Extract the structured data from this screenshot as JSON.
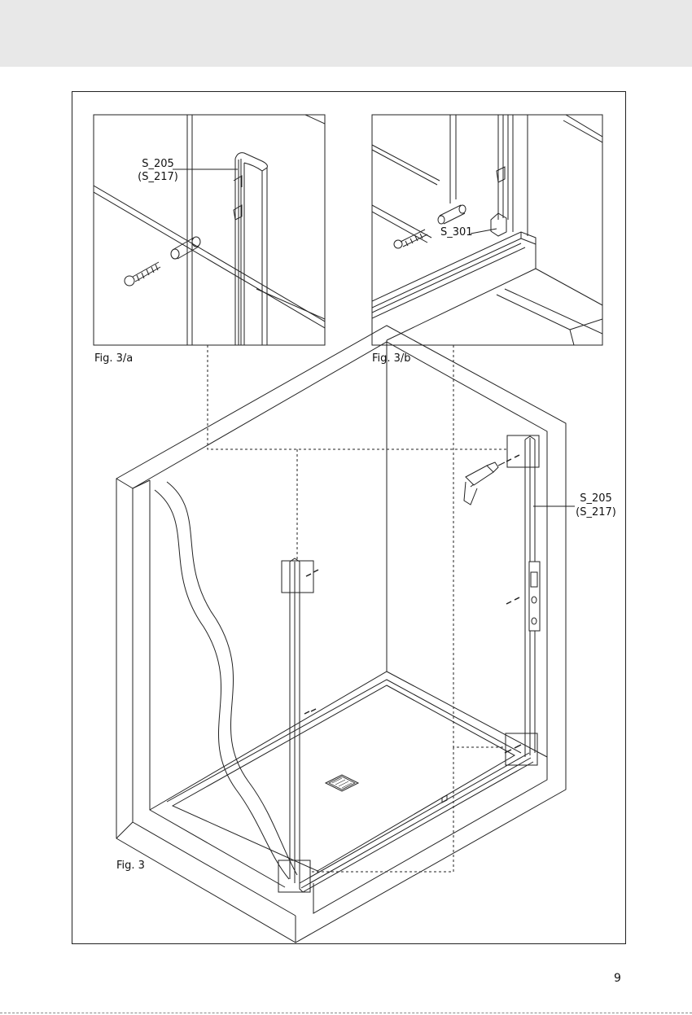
{
  "figures": {
    "fig3a": {
      "caption": "Fig. 3/a",
      "part_label": "S_205",
      "alt_part_label": "(S_217)"
    },
    "fig3b": {
      "caption": "Fig. 3/b",
      "part_label": "S_301"
    },
    "fig3": {
      "caption": "Fig. 3",
      "side_part_label": "S_205",
      "side_alt_part_label": "(S_217)"
    }
  },
  "page": {
    "number": "9"
  }
}
